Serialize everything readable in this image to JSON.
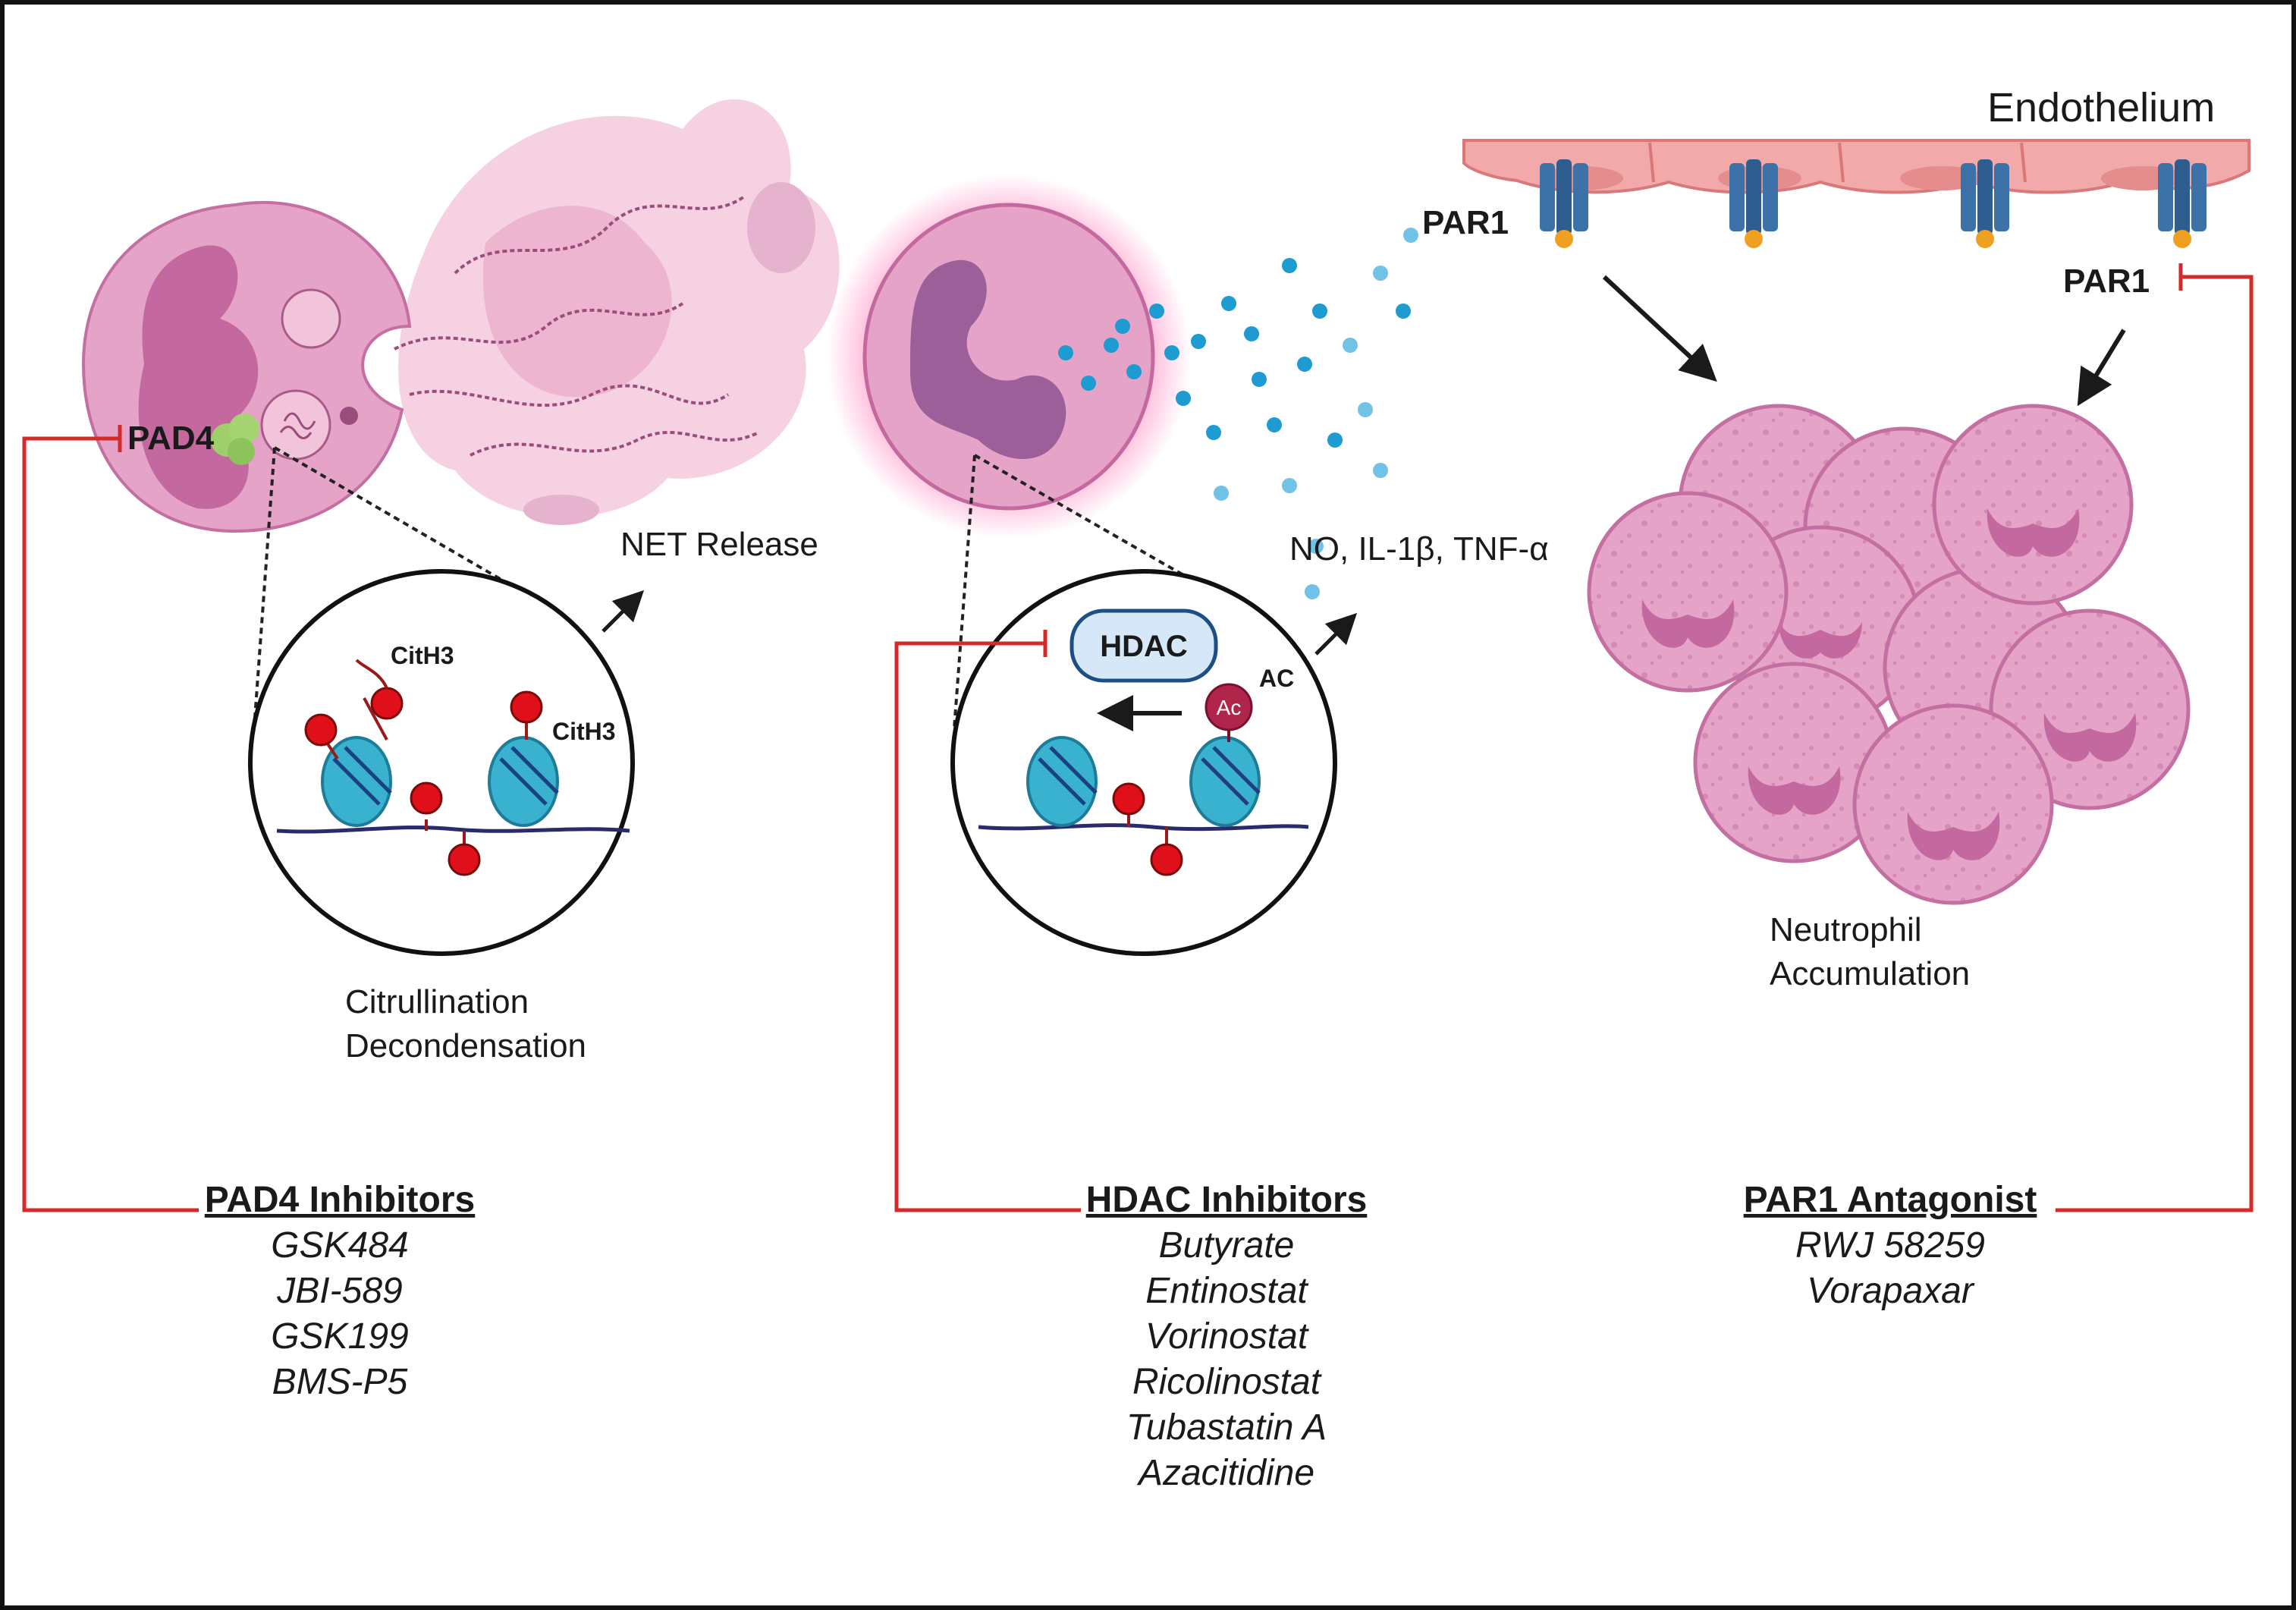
{
  "colors": {
    "inhibit_line": "#d42a2a",
    "cell_fill": "#e6a3c8",
    "nucleus_fill": "#c4699f",
    "dna_marker": "#e0101a",
    "nucleosome": "#38b2cf",
    "cytokine_dot": "#1e9bd0",
    "endothelium": "#f2a9a9",
    "par1_receptor": "#3d72a8"
  },
  "icons": [
    "neutrophil-cell",
    "net-release-cloud",
    "nucleosome",
    "par1-receptor",
    "hdac-enzyme",
    "acetyl-group"
  ],
  "labels": {
    "endothelium": "Endothelium",
    "par1_top": "PAR1",
    "par1_right": "PAR1",
    "pad4": "PAD4",
    "cith3_a": "CitH3",
    "cith3_b": "CitH3",
    "net_release": "NET Release",
    "cytokines": "NO, IL-1β, TNF-α",
    "hdac": "HDAC",
    "ac_small": "Ac",
    "ac_label": "AC",
    "citrullination_line1": "Citrullination",
    "citrullination_line2": "Decondensation",
    "accumulation_line1": "Neutrophil",
    "accumulation_line2": "Accumulation"
  },
  "groups": {
    "pad4": {
      "title": "PAD4 Inhibitors",
      "drugs": [
        "GSK484",
        "JBI-589",
        "GSK199",
        "BMS-P5"
      ]
    },
    "hdac": {
      "title": "HDAC Inhibitors",
      "drugs": [
        "Butyrate",
        "Entinostat",
        "Vorinostat",
        "Ricolinostat",
        "Tubastatin A",
        "Azacitidine"
      ]
    },
    "par1": {
      "title": "PAR1 Antagonist",
      "drugs": [
        "RWJ 58259",
        "Vorapaxar"
      ]
    }
  }
}
